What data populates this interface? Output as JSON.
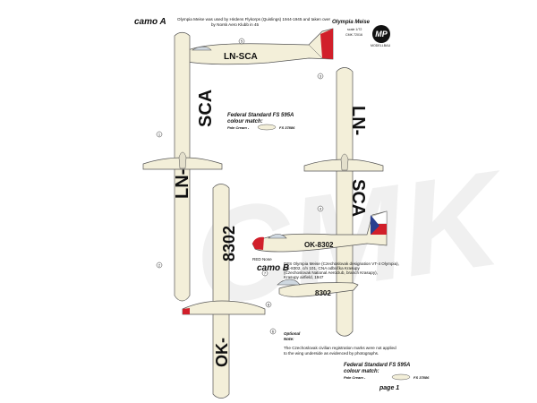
{
  "header": {
    "product_title": "Olympia Meise",
    "scale": "scale 1/72",
    "code": "CMK 72016",
    "logo_text": "MP",
    "brand_line": "MODELLBAU"
  },
  "camo_a": {
    "label": "camo A",
    "description_lines": [
      "Olympia Meise was used by Hirdens Flykorps (Quislings) 1944-1945 and taken over",
      "by Norsk Aero Klubb in 45"
    ],
    "registration": "LN-SCA",
    "wing_reg_left": "LN-",
    "wing_reg_right": "SCA",
    "color_ref": {
      "heading_1": "Federal Standard FS 595A",
      "heading_2": "colour match:",
      "swatch_label": "Pale Cream -",
      "fs_code": "FS 37886"
    }
  },
  "camo_b": {
    "label": "camo B",
    "description_lines": [
      "DFS Olympia Meise (Czechoslovak designation VT-4 Olympia),",
      "OK-8302, c/n 101, CNA odbočka Krasupy",
      "(Czechoslovak National Aeroclub, branch Krasupy),",
      "Krasupy airfield, 1947"
    ],
    "registration": "OK-8302",
    "wing_reg_left": "OK-",
    "wing_reg_right": "8302",
    "red_nose_label": "RED Nose",
    "optional_heading": "Optional",
    "note_heading": "Note:",
    "note_lines": [
      "The Czechoslovak civilian registration marks were not applied",
      "to the wing underside as evidenced by photographs."
    ],
    "color_ref": {
      "heading_1": "Federal Standard FS 595A",
      "heading_2": "colour match:",
      "swatch_label": "Pale Cream -",
      "fs_code": "FS 37886"
    }
  },
  "watermark": "CMK",
  "footer": {
    "page_label": "page 1"
  },
  "callouts": [
    "1",
    "2",
    "3",
    "4",
    "5",
    "6",
    "7",
    "8"
  ],
  "colors": {
    "cream": "#f3efd9",
    "outline": "#444444",
    "red": "#d11f2a",
    "blue": "#2a3f8f",
    "watermark": "#eeeeee"
  }
}
